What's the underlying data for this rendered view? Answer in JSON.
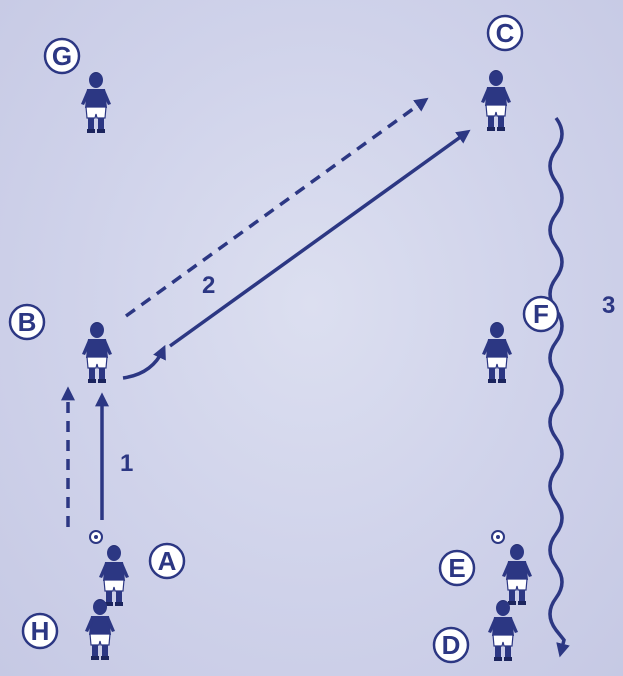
{
  "labels": {
    "A": "A",
    "B": "B",
    "C": "C",
    "D": "D",
    "E": "E",
    "F": "F",
    "G": "G",
    "H": "H"
  },
  "steps": {
    "one": "1",
    "two": "2",
    "three": "3"
  },
  "colors": {
    "ink": "#2c3783",
    "background": "#cfd2ea",
    "label_fill": "#ffffff"
  },
  "icons": {
    "player": "player-figure-icon",
    "ball": "soccer-ball-icon"
  }
}
